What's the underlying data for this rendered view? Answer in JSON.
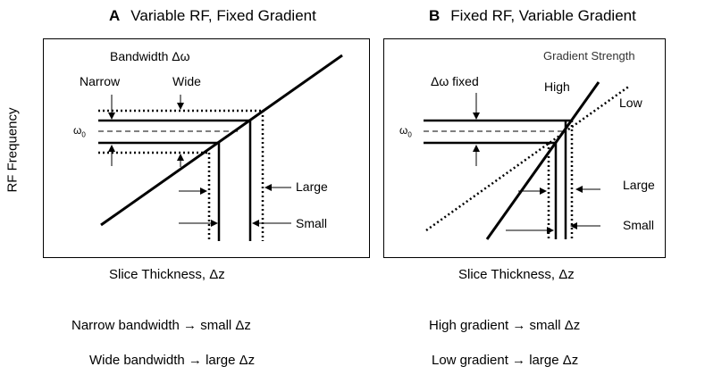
{
  "panel_a": {
    "title_letter": "A",
    "title_text": "Variable RF, Fixed Gradient",
    "bandwidth_label": "Bandwidth Δω",
    "narrow_label": "Narrow",
    "wide_label": "Wide",
    "omega_label": "ω",
    "omega_sub": "0",
    "large_label": "Large",
    "small_label": "Small",
    "xlabel": "Slice Thickness, Δz",
    "note1": "Narrow bandwidth → small Δz",
    "note2": "Wide bandwidth → large Δz"
  },
  "panel_b": {
    "title_letter": "B",
    "title_text": "Fixed RF, Variable Gradient",
    "gradient_label": "Gradient Strength",
    "fixed_label": "Δω fixed",
    "high_label": "High",
    "low_label": "Low",
    "omega_label": "ω",
    "omega_sub": "0",
    "large_label": "Large",
    "small_label": "Small",
    "xlabel": "Slice Thickness, Δz",
    "note1": "High gradient → small Δz",
    "note2": "Low gradient → large Δz"
  },
  "ylabel": "RF Frequency"
}
